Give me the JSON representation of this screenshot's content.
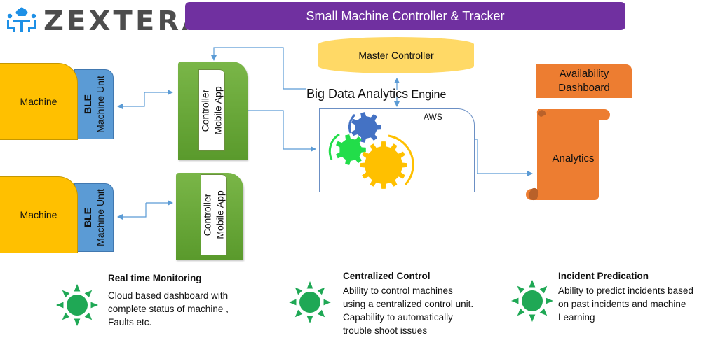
{
  "logo": {
    "text": "ZEXTERA",
    "icon": "team-puzzle-icon"
  },
  "banner": {
    "title": "Small Machine Controller  & Tracker",
    "color": "#7030a0"
  },
  "machines": [
    {
      "label": "Machine",
      "ble_line1": "BLE",
      "ble_line2": "Machine Unit"
    },
    {
      "label": "Machine",
      "ble_line1": "BLE",
      "ble_line2": "Machine Unit"
    }
  ],
  "apps": [
    {
      "line1": "Controller",
      "line2": "Mobile App"
    },
    {
      "line1": "Controller",
      "line2": "Mobile App"
    }
  ],
  "master_controller": {
    "label": "Master Controller"
  },
  "engine": {
    "label_main": "Big Data Analytics",
    "label_suffix": " Engine",
    "cloud_label": "AWS",
    "icon": "gears-icon"
  },
  "availability": {
    "line1": "Availability",
    "line2": "Dashboard"
  },
  "analytics": {
    "label": "Analytics"
  },
  "features": [
    {
      "title": "Real time Monitoring",
      "lines": [
        "Cloud based dashboard with",
        "complete status of machine ,",
        "Faults etc."
      ],
      "icon": "sun-icon"
    },
    {
      "title": "Centralized Control",
      "lines": [
        "Ability to control machines",
        "using a centralized control unit.",
        "Capability to automatically",
        "trouble shoot issues"
      ],
      "icon": "sun-icon"
    },
    {
      "title": "Incident Predication",
      "lines": [
        "Ability to predict incidents based",
        "on past incidents and machine",
        "Learning"
      ],
      "icon": "sun-icon"
    }
  ],
  "colors": {
    "machine": "#ffc000",
    "ble": "#5b9bd5",
    "app": "#70ad47",
    "cylinder": "#ffd966",
    "orange": "#ed7d31",
    "connector": "#5b9bd5",
    "gear_blue": "#4472c4",
    "gear_green": "#22dd4a",
    "gear_yellow": "#ffc000",
    "sun": "#1fa855"
  }
}
